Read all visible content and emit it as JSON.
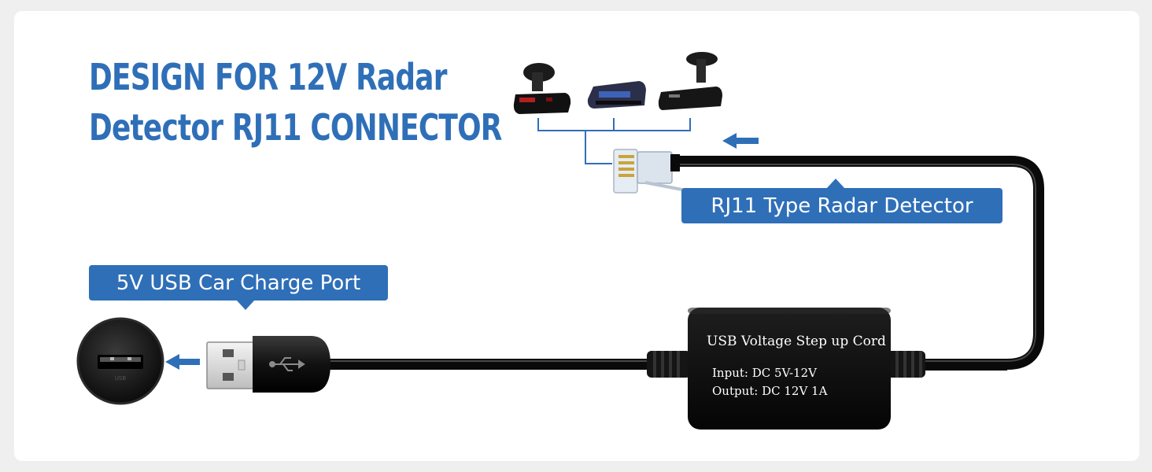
{
  "title": {
    "line1": "DESIGN FOR 12V Radar",
    "line2": "Detector RJ11 CONNECTOR"
  },
  "callouts": {
    "usb_port": "5V USB Car Charge Port",
    "rj11": "RJ11 Type Radar Detector"
  },
  "step_up_box": {
    "name": "USB Voltage Step up Cord",
    "input": "Input: DC 5V-12V",
    "output": "Output: DC 12V 1A"
  },
  "colors": {
    "accent": "#2f6fb8",
    "cable": "#111111",
    "background": "#ffffff"
  },
  "icons": [
    "usb-socket-icon",
    "usb-plug-icon",
    "rj11-plug-icon",
    "radar-detector-icon",
    "arrow-left-icon",
    "usb-symbol-icon"
  ]
}
